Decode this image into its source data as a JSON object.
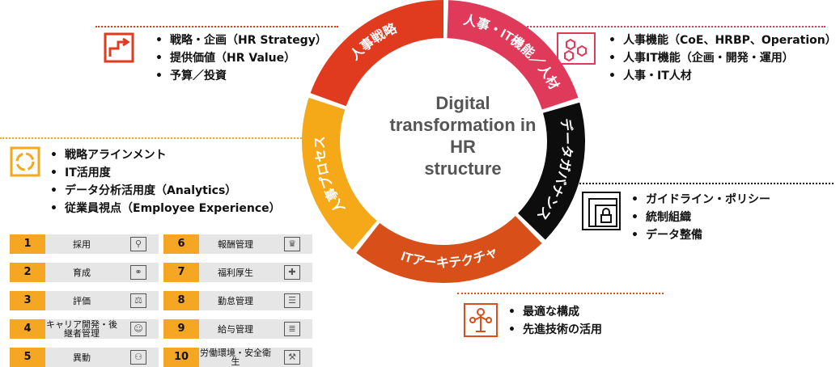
{
  "center": {
    "line1": "Digital",
    "line2": "transformation in",
    "line3": "HR",
    "line4": "structure"
  },
  "segments": [
    {
      "label": "人事戦略",
      "color": "#e03a1f"
    },
    {
      "label": "人事・IT機能／人材",
      "color": "#df3a5a"
    },
    {
      "label": "データガバナンス",
      "color": "#0d0d0d"
    },
    {
      "label": "ITアーキテクチャ",
      "color": "#d94f1a"
    },
    {
      "label": "人事プロセス",
      "color": "#f5a818"
    }
  ],
  "strategy": {
    "icon": "flow-path-icon",
    "items": [
      "戦略・企画（HR Strategy）",
      "提供価値（HR Value）",
      "予算／投資"
    ]
  },
  "function": {
    "icon": "hexagon-network-icon",
    "items": [
      "人事機能（CoE、HRBP、Operation）",
      "人事IT機能（企画・開発・運用）",
      "人事・IT人材"
    ]
  },
  "process": {
    "icon": "cycle-arrows-icon",
    "items": [
      "戦略アラインメント",
      "IT活用度",
      "データ分析活用度（Analytics）",
      "従業員視点（Employee Experience）"
    ]
  },
  "governance": {
    "icon": "locked-layers-icon",
    "items": [
      "ガイドライン・ポリシー",
      "統制組織",
      "データ整備"
    ]
  },
  "architecture": {
    "icon": "tree-network-icon",
    "items": [
      "最適な構成",
      "先進技術の活用"
    ]
  },
  "process_table": {
    "left": [
      {
        "num": "1",
        "label": "採用",
        "icon": "person-search-icon"
      },
      {
        "num": "2",
        "label": "育成",
        "icon": "handshake-icon"
      },
      {
        "num": "3",
        "label": "評価",
        "icon": "scale-icon"
      },
      {
        "num": "4",
        "label": "キャリア開発・後継者管理",
        "icon": "person-icon"
      },
      {
        "num": "5",
        "label": "異動",
        "icon": "org-chart-icon"
      }
    ],
    "right": [
      {
        "num": "6",
        "label": "報酬管理",
        "icon": "trophy-icon"
      },
      {
        "num": "7",
        "label": "福利厚生",
        "icon": "hand-plus-icon"
      },
      {
        "num": "8",
        "label": "勤怠管理",
        "icon": "sliders-icon"
      },
      {
        "num": "9",
        "label": "給与管理",
        "icon": "money-stack-icon"
      },
      {
        "num": "10",
        "label": "労働環境・安全衛生",
        "icon": "worker-icon"
      }
    ]
  }
}
